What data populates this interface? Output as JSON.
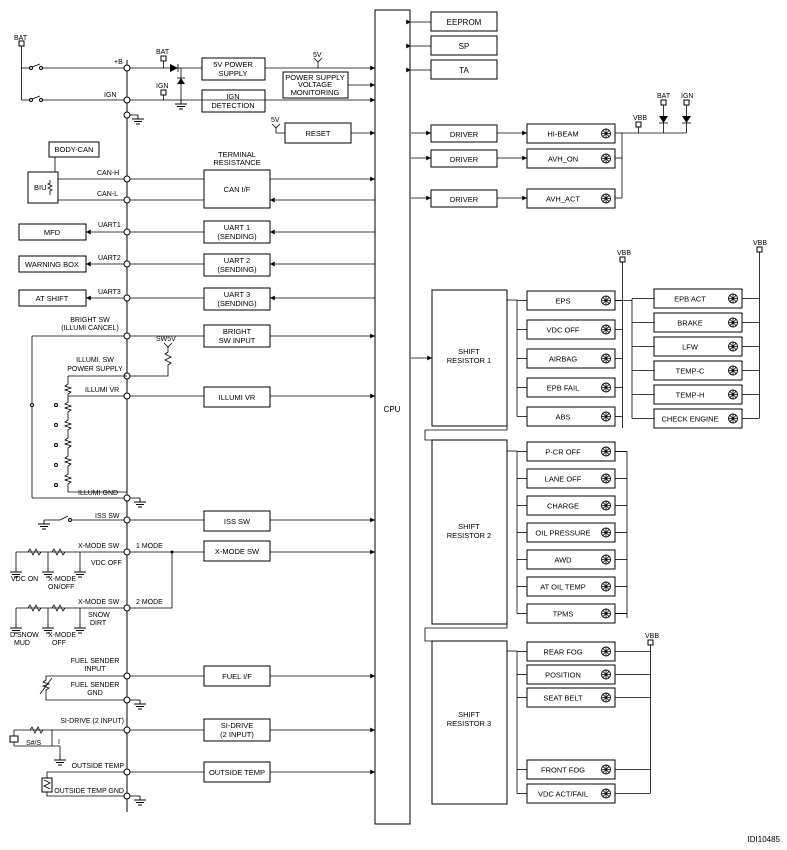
{
  "figure_id": "IDI10485",
  "cpu": "CPU",
  "power": {
    "bat": "BAT",
    "plus_b": "+B",
    "ign": "IGN",
    "v5": "5V",
    "vbb": "VBB",
    "sw5v": "SW5V"
  },
  "blocks": {
    "eeprom": "EEPROM",
    "sp": "SP",
    "ta": "TA",
    "psu_5v": [
      "5V POWER",
      "SUPPLY"
    ],
    "psu_mon": [
      "POWER SUPPLY",
      "VOLTAGE",
      "MONITORING"
    ],
    "ign_det": [
      "IGN",
      "DETECTION"
    ],
    "reset": "RESET",
    "term_res": [
      "TERMINAL",
      "RESISTANCE"
    ],
    "can_if": "CAN I/F",
    "body_can": "BODY-CAN",
    "biu": "BIU",
    "uart1": [
      "UART 1",
      "(SENDING)"
    ],
    "uart2": [
      "UART 2",
      "(SENDING)"
    ],
    "uart3": [
      "UART 3",
      "(SENDING)"
    ],
    "bright_sw": [
      "BRIGHT",
      "SW INPUT"
    ],
    "illumi_vr": "ILLUMI VR",
    "iss_sw": "ISS SW",
    "xmode_sw": "X-MODE SW",
    "fuel_if": "FUEL I/F",
    "si_drive": [
      "SI-DRIVE",
      "(2 INPUT)"
    ],
    "outside_temp": "OUTSIDE TEMP",
    "driver": "DRIVER",
    "shift1": [
      "SHIFT",
      "RESISTOR 1"
    ],
    "shift2": [
      "SHIFT",
      "RESISTOR 2"
    ],
    "shift3": [
      "SHIFT",
      "RESISTOR 3"
    ]
  },
  "left_devices": {
    "mfd": "MFD",
    "warning_box": "WARNING BOX",
    "at_shift": "AT SHIFT"
  },
  "signals": {
    "can_h": "CAN-H",
    "can_l": "CAN-L",
    "uart1": "UART1",
    "uart2": "UART2",
    "uart3": "UART3",
    "bright_sw": [
      "BRIGHT SW",
      "(ILLUMI CANCEL)"
    ],
    "illumi_supply": [
      "ILLUMI. SW",
      "POWER SUPPLY"
    ],
    "illumi_vr": "ILLUMI VR",
    "illumi_gnd": "ILLUMI GND",
    "iss_sw": "ISS SW",
    "xmode_sw": "X-MODE SW",
    "mode1": "1 MODE",
    "mode2": "2 MODE",
    "fuel_input": [
      "FUEL SENDER",
      "INPUT"
    ],
    "fuel_gnd": [
      "FUEL SENDER",
      "GND"
    ],
    "si_drive": "SI-DRIVE (2 INPUT)",
    "outside_temp": "OUTSIDE TEMP",
    "outside_temp_gnd": "OUTSIDE TEMP GND"
  },
  "switch_labels": {
    "vdc_on": "VDC ON",
    "xmode_onoff": [
      "X-MODE",
      "ON/OFF"
    ],
    "vdc_off": "VDC OFF",
    "dsnow_mud": [
      "D.SNOW",
      "MUD"
    ],
    "xmode_off": [
      "X-MODE",
      "OFF"
    ],
    "snow_dirt": [
      "SNOW",
      "DIRT"
    ],
    "si_s": "S#/S",
    "si_i": "I"
  },
  "lamps_driver": [
    "HI-BEAM",
    "AVH_ON",
    "AVH_ACT"
  ],
  "lamps_sr1": [
    "EPS",
    "VDC OFF",
    "AIRBAG",
    "EPB FAIL",
    "ABS"
  ],
  "lamps_sr1_right": [
    "EPB ACT",
    "BRAKE",
    "LFW",
    "TEMP-C",
    "TEMP-H",
    "CHECK ENGINE"
  ],
  "lamps_sr2": [
    "P-CR OFF",
    "LANE OFF",
    "CHARGE",
    "OIL PRESSURE",
    "AWD",
    "AT OIL TEMP",
    "TPMS"
  ],
  "lamps_sr3": [
    "REAR FOG",
    "POSITION",
    "SEAT BELT",
    "FRONT FOG",
    "VDC ACT/FAIL"
  ]
}
